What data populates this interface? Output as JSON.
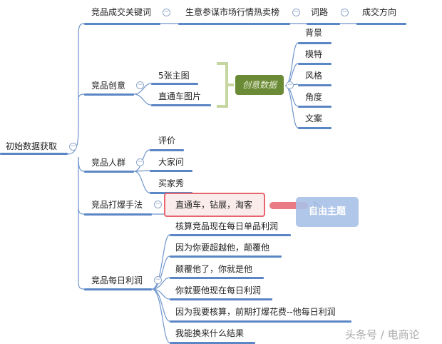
{
  "root": {
    "label": "初始数据获取"
  },
  "branches": [
    {
      "label": "竞品成交关键词",
      "chain": [
        "生意参谋市场行情热卖榜",
        "词路",
        "成交方向"
      ]
    },
    {
      "label": "竞品创意",
      "children": [
        "5张主图",
        "直通车图片"
      ],
      "summary": {
        "label": "创意数据",
        "color": "#6b8a35",
        "children": [
          "背景",
          "模特",
          "风格",
          "角度",
          "文案"
        ]
      }
    },
    {
      "label": "竞品人群",
      "children": [
        "评价",
        "大家问",
        "买家秀"
      ]
    },
    {
      "label": "竞品打爆手法",
      "children": [
        "直通车，钻展，淘客"
      ]
    },
    {
      "label": "竞品每日利润",
      "children": [
        "核算竞品现在每日单品利润",
        "因为你要超越他，颠覆他",
        "颠覆他了，你就是他",
        "你就要他现在每日利润",
        "因为我要核算，前期打爆花费--他每日利润",
        "我能换来什么结果"
      ]
    }
  ],
  "drag_preview": {
    "label": "自由主题"
  },
  "collapse_icon": "minus-circle-icon",
  "watermark": "头条号 / 电商论",
  "colors": {
    "branch_line": "#5b86c5",
    "selection": "#e8656e",
    "summary_bracket": "#c5d6a0"
  }
}
